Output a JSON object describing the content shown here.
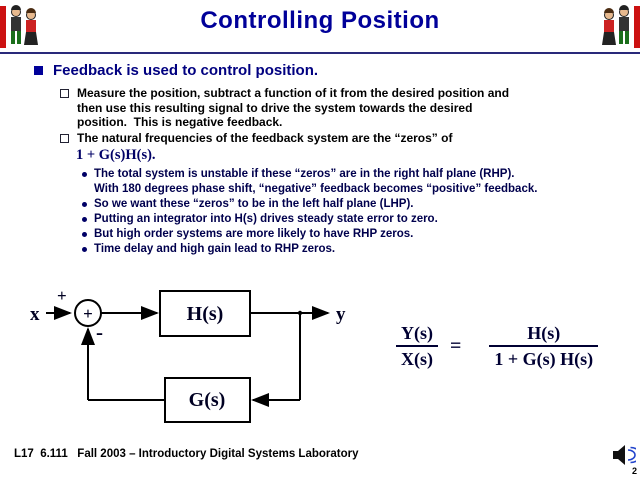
{
  "header": {
    "title": "Controlling Position"
  },
  "content": {
    "bullet1": "Feedback is used to control position.",
    "sub_bullet1": "Measure the position, subtract a function of it from the desired position and\nthen use this resulting signal to drive the system towards the desired\nposition.  This is negative feedback.",
    "sub_bullet2": "The natural frequencies of the feedback system are the “zeros” of",
    "sub_bullet2_formula": "1 + G(s)H(s).",
    "detail_bullets": [
      "The total system is unstable if these “zeros” are in the right half plane (RHP).\nWith 180 degrees phase shift, “negative” feedback becomes “positive” feedback.",
      "So we want these “zeros” to be in the left half plane (LHP).",
      "Putting an integrator into H(s) drives steady state error to zero.",
      "But high order systems are more likely to have RHP zeros.",
      "Time delay and high gain lead to RHP zeros."
    ]
  },
  "diagram": {
    "input_label": "x",
    "output_label": "y",
    "summing_junction_sign": "+",
    "plus_sign": "+",
    "minus_sign": "-",
    "forward_block_label": "H(s)",
    "feedback_block_label": "G(s)"
  },
  "equation": {
    "lhs_numerator": "Y(s)",
    "lhs_denominator": "X(s)",
    "equals_sign": "=",
    "rhs_numerator": "H(s)",
    "rhs_denominator": "1 + G(s) H(s)"
  },
  "footer": {
    "course_line": "L17  6.111   Fall 2003 – Introductory Digital Systems Laboratory",
    "page_number": "2"
  },
  "icons": {
    "top_left": "clipart-people",
    "top_right": "clipart-people",
    "bottom_right": "speaker-icon"
  },
  "colors": {
    "title": "#000099",
    "bullet1_text": "#000080",
    "detail_text": "#00004d",
    "body_text": "#000000",
    "rule": "#29297a",
    "accent_red": "#cc1111"
  }
}
